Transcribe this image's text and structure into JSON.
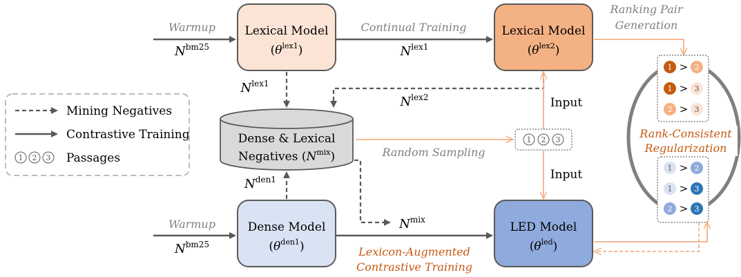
{
  "colors": {
    "lex1_fill": "#fbe4d5",
    "lex2_fill": "#f4b183",
    "den_fill": "#dae3f3",
    "led_fill": "#8faadc",
    "db_fill": "#d9d9d9",
    "orange_arrow": "#f4b183",
    "orange_text": "#c55a11",
    "gray": "#595959",
    "lex_circle_dark": "#c55a11",
    "lex_circle_mid": "#f4b183",
    "lex_circle_light": "#fbe4d5",
    "den_circle_dark": "#2e75b6",
    "den_circle_mid": "#8faadc",
    "den_circle_light": "#dae3f3"
  },
  "nodes": {
    "lex1": {
      "title": "Lexical Model",
      "param": "θ",
      "sup": "lex1"
    },
    "lex2": {
      "title": "Lexical Model",
      "param": "θ",
      "sup": "lex2"
    },
    "den1": {
      "title": "Dense Model",
      "param": "θ",
      "sup": "den1"
    },
    "led": {
      "title": "LED Model",
      "param": "θ",
      "sup": "led"
    },
    "db": {
      "line1": "Dense & Lexical",
      "line2": "Negatives (",
      "n": "N",
      "sup": "mix",
      "close": ")"
    }
  },
  "labels": {
    "warmup_top": "Warmup",
    "warmup_bottom": "Warmup",
    "continual_training": "Continual Training",
    "ranking_pair_1": "Ranking Pair",
    "ranking_pair_2": "Generation",
    "random_sampling": "Random Sampling",
    "input_top": "Input",
    "input_bottom": "Input",
    "lexicon_1": "Lexicon-Augmented",
    "lexicon_2": "Contrastive Training",
    "rank_1": "Rank-Consistent",
    "rank_2": "Regularization"
  },
  "math": {
    "n_symbol": "N",
    "bm25_top": "bm25",
    "bm25_bottom": "bm25",
    "lex1_neg": "lex1",
    "lex1_cont": "lex1",
    "lex2_neg": "lex2",
    "den1_neg": "den1",
    "mix": "mix"
  },
  "sampled": [
    "1",
    "2",
    "3"
  ],
  "pairs": {
    "gt": ">",
    "lex": [
      [
        "1",
        "2"
      ],
      [
        "1",
        "3"
      ],
      [
        "2",
        "3"
      ]
    ],
    "den": [
      [
        "1",
        "2"
      ],
      [
        "1",
        "3"
      ],
      [
        "2",
        "3"
      ]
    ]
  },
  "legend": {
    "mining": "Mining Negatives",
    "contrastive": "Contrastive Training",
    "passages": "Passages",
    "p1": "1",
    "p2": "2",
    "p3": "3"
  }
}
